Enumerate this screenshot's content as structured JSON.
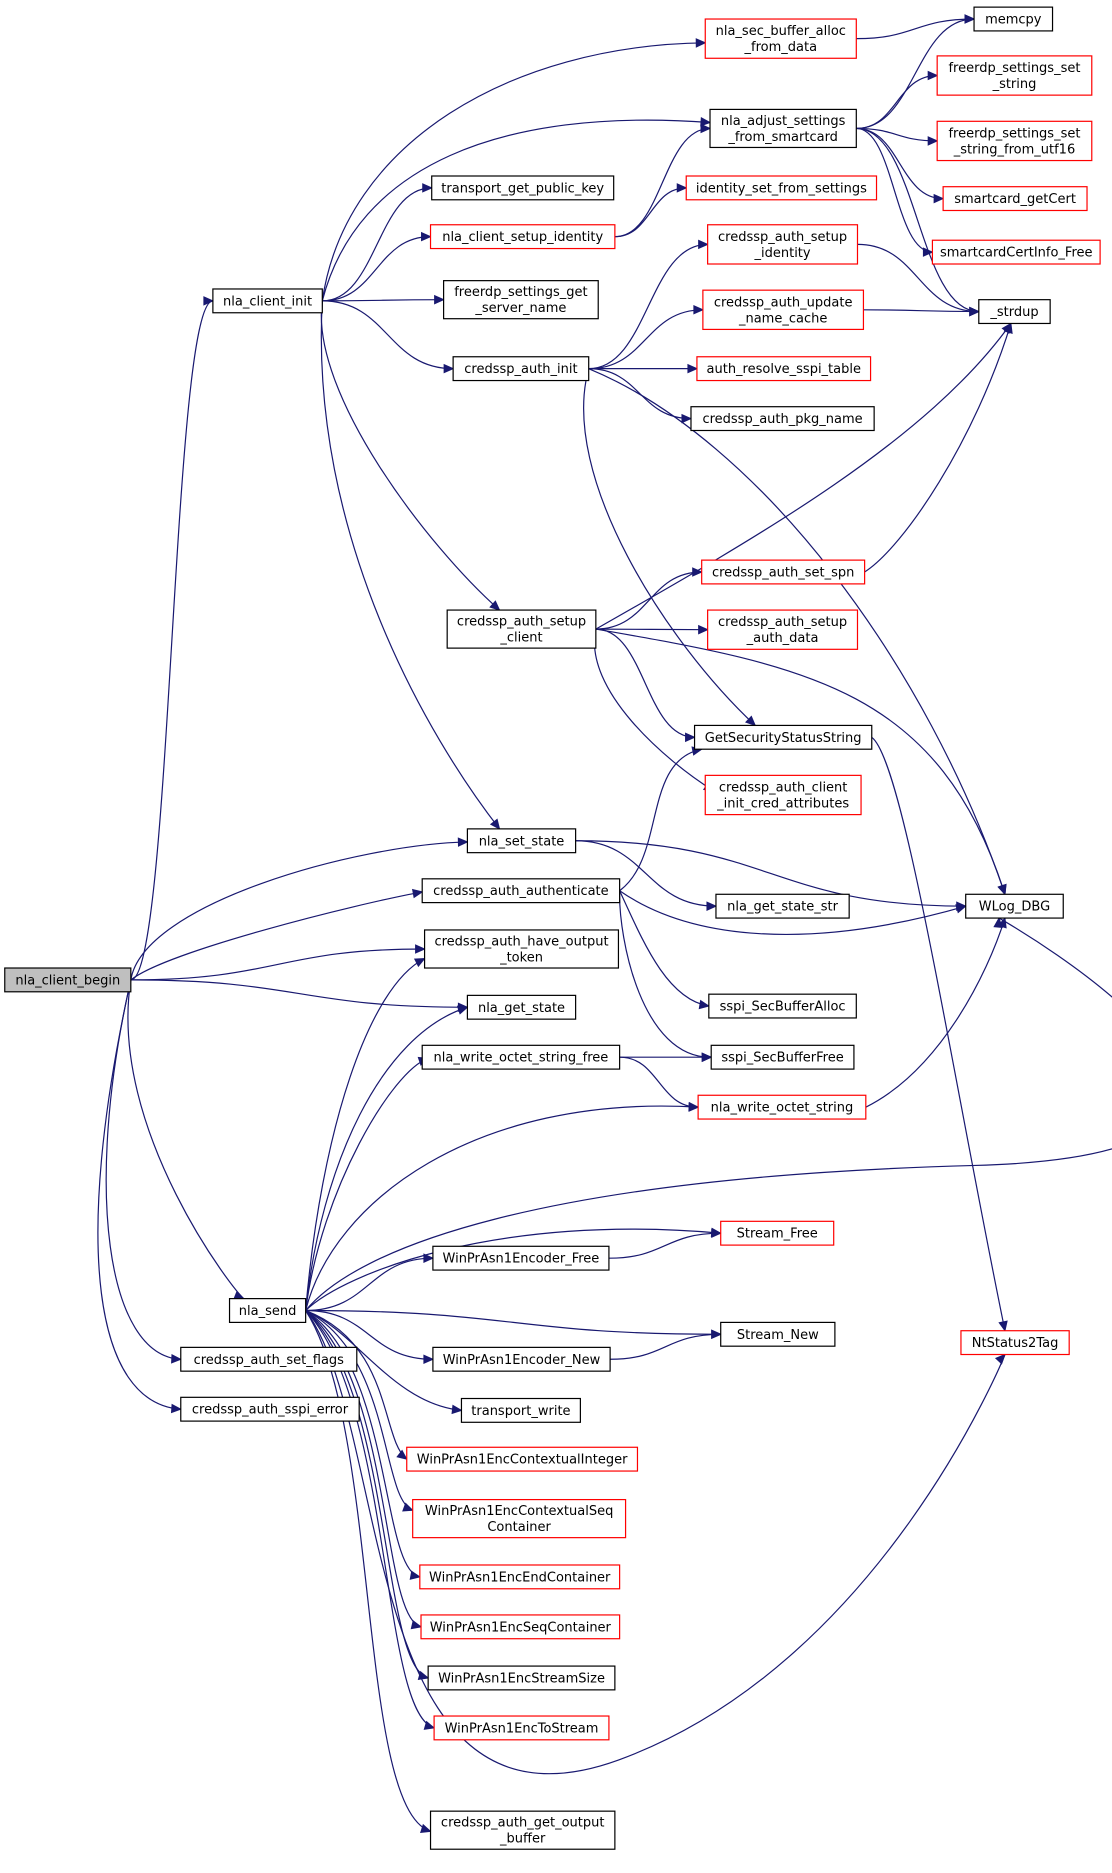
{
  "nodes": [
    {
      "id": "nla_client_begin",
      "lines": [
        "nla_client_begin"
      ],
      "style": "root"
    },
    {
      "id": "nla_client_init",
      "lines": [
        "nla_client_init"
      ],
      "style": "black"
    },
    {
      "id": "nla_send",
      "lines": [
        "nla_send"
      ],
      "style": "black"
    },
    {
      "id": "credssp_auth_set_flags",
      "lines": [
        "credssp_auth_set_flags"
      ],
      "style": "black"
    },
    {
      "id": "credssp_auth_sspi_error",
      "lines": [
        "credssp_auth_sspi_error"
      ],
      "style": "black"
    },
    {
      "id": "transport_get_public_key",
      "lines": [
        "transport_get_public_key"
      ],
      "style": "black"
    },
    {
      "id": "nla_client_setup_identity",
      "lines": [
        "nla_client_setup_identity"
      ],
      "style": "red"
    },
    {
      "id": "freerdp_settings_get_server_name",
      "lines": [
        "freerdp_settings_get",
        "_server_name"
      ],
      "style": "black"
    },
    {
      "id": "credssp_auth_init",
      "lines": [
        "credssp_auth_init"
      ],
      "style": "black"
    },
    {
      "id": "credssp_auth_setup_client",
      "lines": [
        "credssp_auth_setup",
        "_client"
      ],
      "style": "black"
    },
    {
      "id": "nla_set_state",
      "lines": [
        "nla_set_state"
      ],
      "style": "black"
    },
    {
      "id": "credssp_auth_authenticate",
      "lines": [
        "credssp_auth_authenticate"
      ],
      "style": "black"
    },
    {
      "id": "credssp_auth_have_output_token",
      "lines": [
        "credssp_auth_have_output",
        "_token"
      ],
      "style": "black"
    },
    {
      "id": "nla_get_state",
      "lines": [
        "nla_get_state"
      ],
      "style": "black"
    },
    {
      "id": "nla_write_octet_string_free",
      "lines": [
        "nla_write_octet_string_free"
      ],
      "style": "black"
    },
    {
      "id": "WinPrAsn1Encoder_Free",
      "lines": [
        "WinPrAsn1Encoder_Free"
      ],
      "style": "black"
    },
    {
      "id": "WinPrAsn1Encoder_New",
      "lines": [
        "WinPrAsn1Encoder_New"
      ],
      "style": "black"
    },
    {
      "id": "transport_write",
      "lines": [
        "transport_write"
      ],
      "style": "black"
    },
    {
      "id": "WinPrAsn1EncContextualInteger",
      "lines": [
        "WinPrAsn1EncContextualInteger"
      ],
      "style": "red"
    },
    {
      "id": "WinPrAsn1EncContextualSeqContainer",
      "lines": [
        "WinPrAsn1EncContextualSeq",
        "Container"
      ],
      "style": "red"
    },
    {
      "id": "WinPrAsn1EncEndContainer",
      "lines": [
        "WinPrAsn1EncEndContainer"
      ],
      "style": "red"
    },
    {
      "id": "WinPrAsn1EncSeqContainer",
      "lines": [
        "WinPrAsn1EncSeqContainer"
      ],
      "style": "red"
    },
    {
      "id": "WinPrAsn1EncStreamSize",
      "lines": [
        "WinPrAsn1EncStreamSize"
      ],
      "style": "black"
    },
    {
      "id": "WinPrAsn1EncToStream",
      "lines": [
        "WinPrAsn1EncToStream"
      ],
      "style": "red"
    },
    {
      "id": "credssp_auth_get_output_buffer",
      "lines": [
        "credssp_auth_get_output",
        "_buffer"
      ],
      "style": "black"
    },
    {
      "id": "nla_sec_buffer_alloc_from_data",
      "lines": [
        "nla_sec_buffer_alloc",
        "_from_data"
      ],
      "style": "red"
    },
    {
      "id": "nla_adjust_settings_from_smartcard",
      "lines": [
        "nla_adjust_settings",
        "_from_smartcard"
      ],
      "style": "black"
    },
    {
      "id": "identity_set_from_settings",
      "lines": [
        "identity_set_from_settings"
      ],
      "style": "red"
    },
    {
      "id": "credssp_auth_setup_identity",
      "lines": [
        "credssp_auth_setup",
        "_identity"
      ],
      "style": "red"
    },
    {
      "id": "credssp_auth_update_name_cache",
      "lines": [
        "credssp_auth_update",
        "_name_cache"
      ],
      "style": "red"
    },
    {
      "id": "auth_resolve_sspi_table",
      "lines": [
        "auth_resolve_sspi_table"
      ],
      "style": "red"
    },
    {
      "id": "credssp_auth_pkg_name",
      "lines": [
        "credssp_auth_pkg_name"
      ],
      "style": "black"
    },
    {
      "id": "credssp_auth_set_spn",
      "lines": [
        "credssp_auth_set_spn"
      ],
      "style": "red"
    },
    {
      "id": "credssp_auth_setup_auth_data",
      "lines": [
        "credssp_auth_setup",
        "_auth_data"
      ],
      "style": "red"
    },
    {
      "id": "GetSecurityStatusString",
      "lines": [
        "GetSecurityStatusString"
      ],
      "style": "black"
    },
    {
      "id": "credssp_auth_client_init_cred_attributes",
      "lines": [
        "credssp_auth_client",
        "_init_cred_attributes"
      ],
      "style": "red"
    },
    {
      "id": "nla_get_state_str",
      "lines": [
        "nla_get_state_str"
      ],
      "style": "black"
    },
    {
      "id": "sspi_SecBufferAlloc",
      "lines": [
        "sspi_SecBufferAlloc"
      ],
      "style": "black"
    },
    {
      "id": "sspi_SecBufferFree",
      "lines": [
        "sspi_SecBufferFree"
      ],
      "style": "black"
    },
    {
      "id": "nla_write_octet_string",
      "lines": [
        "nla_write_octet_string"
      ],
      "style": "red"
    },
    {
      "id": "Stream_Free",
      "lines": [
        "Stream_Free"
      ],
      "style": "red"
    },
    {
      "id": "Stream_New",
      "lines": [
        "Stream_New"
      ],
      "style": "black"
    },
    {
      "id": "memcpy",
      "lines": [
        "memcpy"
      ],
      "style": "black"
    },
    {
      "id": "freerdp_settings_set_string",
      "lines": [
        "freerdp_settings_set",
        "_string"
      ],
      "style": "red"
    },
    {
      "id": "freerdp_settings_set_string_from_utf16",
      "lines": [
        "freerdp_settings_set",
        "_string_from_utf16"
      ],
      "style": "red"
    },
    {
      "id": "smartcard_getCert",
      "lines": [
        "smartcard_getCert"
      ],
      "style": "red"
    },
    {
      "id": "smartcardCertInfo_Free",
      "lines": [
        "smartcardCertInfo_Free"
      ],
      "style": "red"
    },
    {
      "id": "_strdup",
      "lines": [
        "_strdup"
      ],
      "style": "black"
    },
    {
      "id": "WLog_DBG",
      "lines": [
        "WLog_DBG"
      ],
      "style": "black"
    },
    {
      "id": "NtStatus2Tag",
      "lines": [
        "NtStatus2Tag"
      ],
      "style": "red"
    }
  ],
  "edges": [
    [
      "nla_client_begin",
      "nla_client_init"
    ],
    [
      "nla_client_begin",
      "nla_set_state"
    ],
    [
      "nla_client_begin",
      "credssp_auth_authenticate"
    ],
    [
      "nla_client_begin",
      "credssp_auth_have_output_token"
    ],
    [
      "nla_client_begin",
      "nla_get_state"
    ],
    [
      "nla_client_begin",
      "nla_send"
    ],
    [
      "nla_client_begin",
      "credssp_auth_set_flags"
    ],
    [
      "nla_client_begin",
      "credssp_auth_sspi_error"
    ],
    [
      "nla_client_init",
      "nla_sec_buffer_alloc_from_data"
    ],
    [
      "nla_client_init",
      "nla_adjust_settings_from_smartcard"
    ],
    [
      "nla_client_init",
      "transport_get_public_key"
    ],
    [
      "nla_client_init",
      "nla_client_setup_identity"
    ],
    [
      "nla_client_init",
      "freerdp_settings_get_server_name"
    ],
    [
      "nla_client_init",
      "credssp_auth_init"
    ],
    [
      "nla_client_init",
      "credssp_auth_setup_client"
    ],
    [
      "nla_client_init",
      "nla_set_state"
    ],
    [
      "nla_sec_buffer_alloc_from_data",
      "memcpy"
    ],
    [
      "nla_adjust_settings_from_smartcard",
      "memcpy"
    ],
    [
      "nla_adjust_settings_from_smartcard",
      "freerdp_settings_set_string"
    ],
    [
      "nla_adjust_settings_from_smartcard",
      "freerdp_settings_set_string_from_utf16"
    ],
    [
      "nla_adjust_settings_from_smartcard",
      "smartcard_getCert"
    ],
    [
      "nla_adjust_settings_from_smartcard",
      "smartcardCertInfo_Free"
    ],
    [
      "nla_adjust_settings_from_smartcard",
      "_strdup"
    ],
    [
      "nla_client_setup_identity",
      "nla_adjust_settings_from_smartcard"
    ],
    [
      "nla_client_setup_identity",
      "identity_set_from_settings"
    ],
    [
      "credssp_auth_init",
      "credssp_auth_setup_identity"
    ],
    [
      "credssp_auth_init",
      "credssp_auth_update_name_cache"
    ],
    [
      "credssp_auth_init",
      "auth_resolve_sspi_table"
    ],
    [
      "credssp_auth_init",
      "credssp_auth_pkg_name"
    ],
    [
      "credssp_auth_init",
      "WLog_DBG"
    ],
    [
      "credssp_auth_init",
      "GetSecurityStatusString"
    ],
    [
      "credssp_auth_setup_identity",
      "_strdup"
    ],
    [
      "credssp_auth_update_name_cache",
      "_strdup"
    ],
    [
      "credssp_auth_setup_client",
      "_strdup"
    ],
    [
      "credssp_auth_setup_client",
      "credssp_auth_set_spn"
    ],
    [
      "credssp_auth_setup_client",
      "credssp_auth_setup_auth_data"
    ],
    [
      "credssp_auth_setup_client",
      "GetSecurityStatusString"
    ],
    [
      "credssp_auth_setup_client",
      "credssp_auth_client_init_cred_attributes"
    ],
    [
      "credssp_auth_setup_client",
      "WLog_DBG"
    ],
    [
      "credssp_auth_set_spn",
      "_strdup"
    ],
    [
      "GetSecurityStatusString",
      "NtStatus2Tag"
    ],
    [
      "nla_set_state",
      "nla_get_state_str"
    ],
    [
      "nla_set_state",
      "WLog_DBG"
    ],
    [
      "credssp_auth_authenticate",
      "GetSecurityStatusString"
    ],
    [
      "credssp_auth_authenticate",
      "WLog_DBG"
    ],
    [
      "credssp_auth_authenticate",
      "sspi_SecBufferAlloc"
    ],
    [
      "credssp_auth_authenticate",
      "sspi_SecBufferFree"
    ],
    [
      "nla_write_octet_string_free",
      "sspi_SecBufferFree"
    ],
    [
      "nla_write_octet_string_free",
      "nla_write_octet_string"
    ],
    [
      "nla_write_octet_string",
      "WLog_DBG"
    ],
    [
      "nla_send",
      "credssp_auth_have_output_token"
    ],
    [
      "nla_send",
      "nla_get_state"
    ],
    [
      "nla_send",
      "nla_write_octet_string_free"
    ],
    [
      "nla_send",
      "nla_write_octet_string"
    ],
    [
      "nla_send",
      "WLog_DBG"
    ],
    [
      "nla_send",
      "Stream_Free"
    ],
    [
      "nla_send",
      "WinPrAsn1Encoder_Free"
    ],
    [
      "nla_send",
      "Stream_New"
    ],
    [
      "nla_send",
      "WinPrAsn1Encoder_New"
    ],
    [
      "nla_send",
      "transport_write"
    ],
    [
      "nla_send",
      "WinPrAsn1EncContextualInteger"
    ],
    [
      "nla_send",
      "WinPrAsn1EncContextualSeqContainer"
    ],
    [
      "nla_send",
      "WinPrAsn1EncEndContainer"
    ],
    [
      "nla_send",
      "WinPrAsn1EncSeqContainer"
    ],
    [
      "nla_send",
      "WinPrAsn1EncStreamSize"
    ],
    [
      "nla_send",
      "WinPrAsn1EncToStream"
    ],
    [
      "nla_send",
      "NtStatus2Tag"
    ],
    [
      "nla_send",
      "credssp_auth_get_output_buffer"
    ],
    [
      "WinPrAsn1Encoder_Free",
      "Stream_Free"
    ],
    [
      "WinPrAsn1Encoder_New",
      "Stream_New"
    ]
  ]
}
